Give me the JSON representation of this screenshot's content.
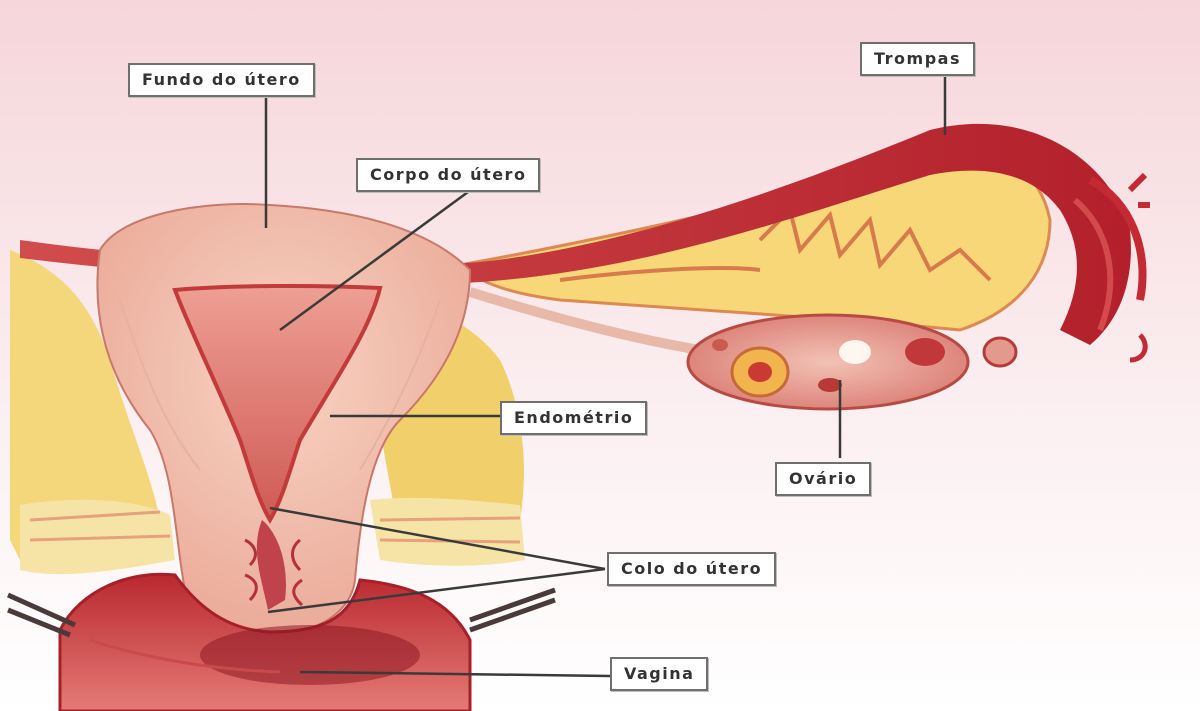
{
  "labels": {
    "fundo": "Fundo do útero",
    "corpo": "Corpo do útero",
    "trompas": "Trompas",
    "endometrio": "Endométrio",
    "ovario": "Ovário",
    "colo": "Colo do útero",
    "vagina": "Vagina"
  },
  "colors": {
    "background_top": "#f6d9dc",
    "background_bottom": "#ffffff",
    "uterus_wall": "#f4c2b0",
    "uterus_cavity": "#e08a7e",
    "tube": "#c7303a",
    "fat_tissue": "#f3d77a",
    "ovary": "#e9a79a",
    "vagina": "#cf4a4d",
    "leader_line": "#3a3a3a"
  }
}
